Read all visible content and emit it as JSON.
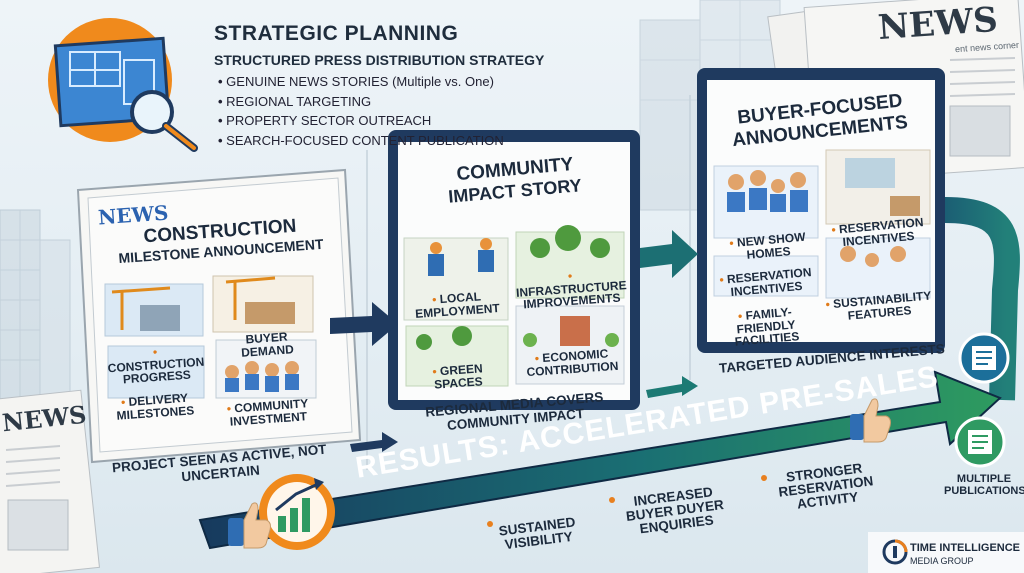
{
  "header": {
    "title": "STRATEGIC PLANNING",
    "subtitle": "STRUCTURED PRESS DISTRIBUTION STRATEGY",
    "bullets": [
      "GENUINE NEWS STORIES (Multiple vs. One)",
      "REGIONAL TARGETING",
      "PROPERTY SECTOR OUTREACH",
      "SEARCH-FOCUSED CONTENT PUBLICATION"
    ]
  },
  "panels": {
    "construction": {
      "tag": "NEWS",
      "title_line1": "CONSTRUCTION",
      "title_line2": "MILESTONE ANNOUNCEMENT",
      "cells": [
        "CONSTRUCTION PROGRESS",
        "BUYER DEMAND",
        "DELIVERY MILESTONES",
        "COMMUNITY INVESTMENT"
      ],
      "caption": "PROJECT SEEN AS ACTIVE, NOT UNCERTAIN"
    },
    "community": {
      "title_line1": "COMMUNITY",
      "title_line2": "IMPACT STORY",
      "cells": [
        "LOCAL EMPLOYMENT",
        "INFRASTRUCTURE IMPROVEMENTS",
        "GREEN SPACES",
        "ECONOMIC CONTRIBUTION"
      ],
      "caption": "REGIONAL MEDIA COVERS COMMUNITY IMPACT"
    },
    "buyer": {
      "title_line1": "BUYER-FOCUSED",
      "title_line2": "ANNOUNCEMENTS",
      "cells": [
        "NEW SHOW HOMES",
        "RESERVATION INCENTIVES",
        "RESERVATION INCENTIVES",
        "FAMILY-FRIENDLY FACILITIES",
        "SUSTAINABILITY FEATURES"
      ],
      "caption": "TARGETED AUDIENCE INTERESTS"
    }
  },
  "results": {
    "banner": "RESULTS: ACCELERATED PRE-SALES",
    "outcomes": [
      "SUSTAINED VISIBILITY",
      "INCREASED BUYER DUYER ENQUIRIES",
      "STRONGER RESERVATION ACTIVITY"
    ]
  },
  "side": {
    "newspaper_masthead": "NEWS",
    "newspaper_subline": "ent news corner",
    "left_newspaper": "NEWS",
    "multiple_publications": "MULTIPLE PUBLICATIONS"
  },
  "brand": {
    "line1": "TIME INTELLIGENCE",
    "line2": "MEDIA GROUP"
  },
  "colors": {
    "navy": "#1f3a5f",
    "teal": "#1c7a74",
    "green": "#2f9a62",
    "orange": "#e8801f",
    "blue": "#3b78c4"
  }
}
